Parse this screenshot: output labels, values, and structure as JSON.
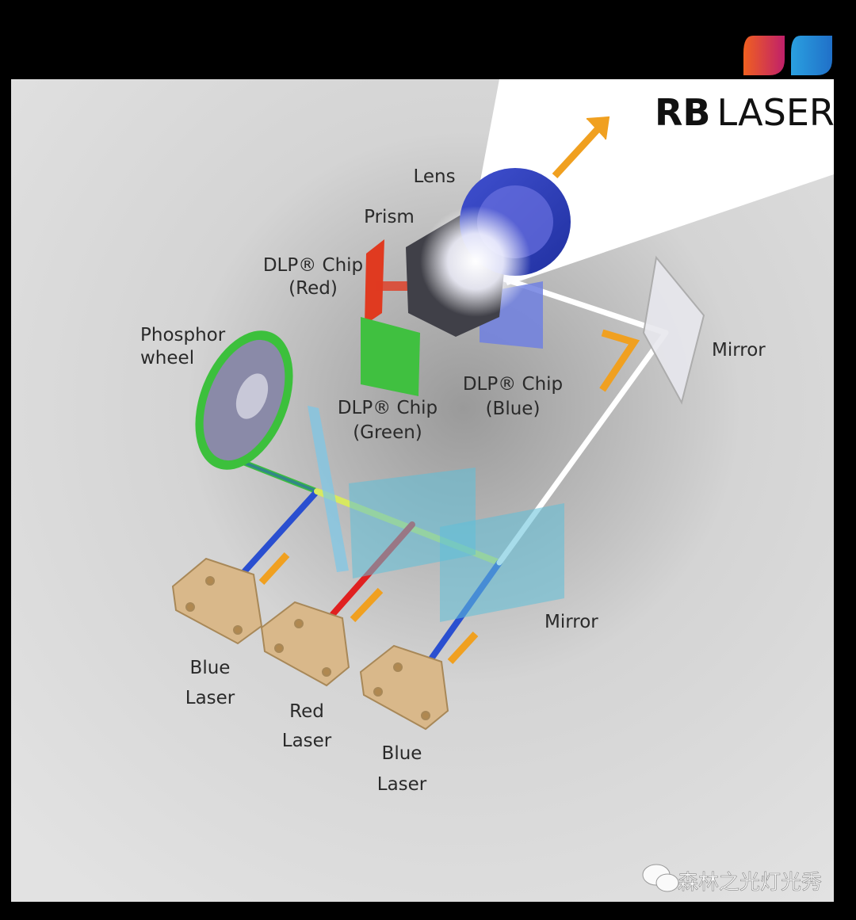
{
  "logo": {
    "brand_bold": "RB",
    "brand_light": "LASER",
    "colors": [
      "#e8502a",
      "#2b8fd9"
    ]
  },
  "labels": {
    "lens": "Lens",
    "prism": "Prism",
    "dlp_red": [
      "DLP® Chip",
      "(Red)"
    ],
    "phosphor": [
      "Phosphor",
      "wheel"
    ],
    "mirror_top": "Mirror",
    "dlp_blue": [
      "DLP® Chip",
      "(Blue)"
    ],
    "dlp_green": [
      "DLP® Chip",
      "(Green)"
    ],
    "mirror_bottom": "Mirror",
    "laser_left": [
      "Blue",
      "Laser"
    ],
    "laser_mid": [
      "Red",
      "Laser"
    ],
    "laser_right": [
      "Blue",
      "Laser"
    ]
  },
  "watermark": "森林之光灯光秀",
  "colors": {
    "panel": "#dcdcdc",
    "arrow": "#f0a020",
    "blue_beam": "#2a4fd0",
    "red_beam": "#e02020",
    "green": "#3cc03c"
  }
}
